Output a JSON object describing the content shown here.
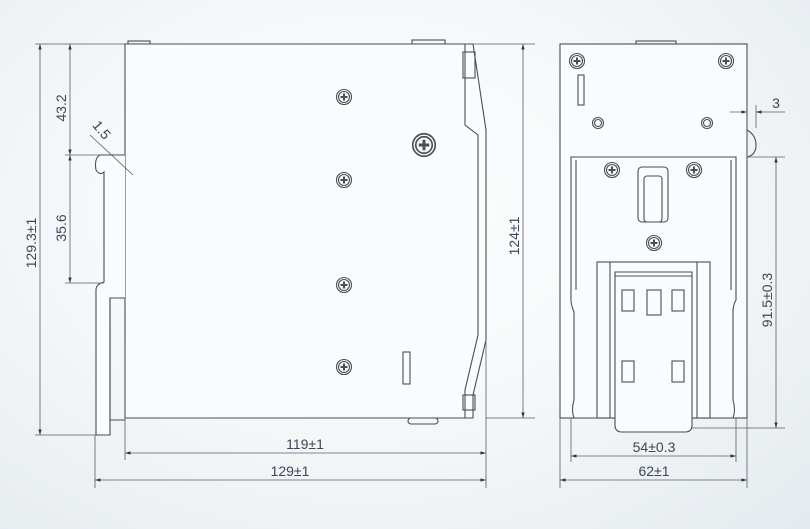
{
  "drawing": {
    "side_view": {
      "dim_total_height": "129.3±1",
      "dim_top_to_rail": "43.2",
      "dim_rail_height": "35.6",
      "dim_hook": "1.5",
      "dim_body_height": "124±1",
      "dim_body_depth": "119±1",
      "dim_total_depth": "129±1"
    },
    "front_view": {
      "dim_offset": "3",
      "dim_plate_height": "91.5±0.3",
      "dim_plate_width": "54±0.3",
      "dim_total_width": "62±1"
    }
  }
}
